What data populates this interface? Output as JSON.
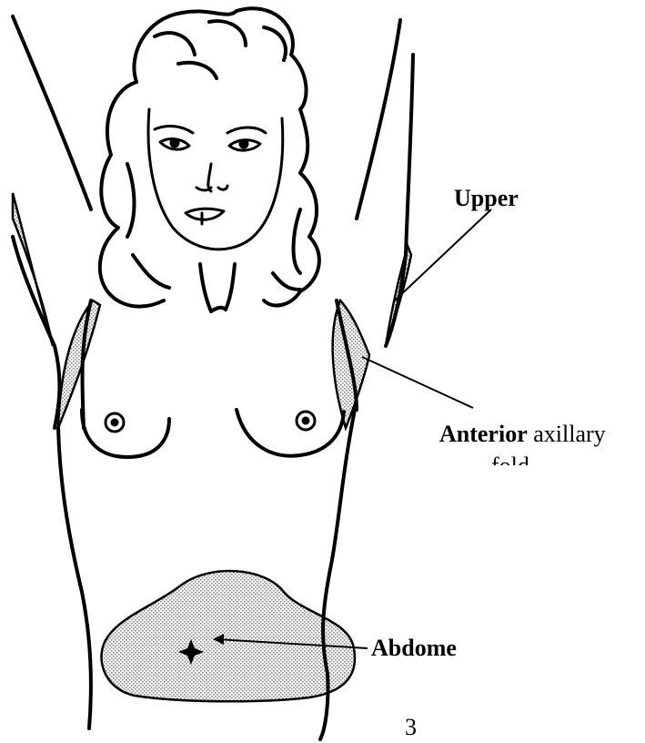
{
  "labels": {
    "upper": "Upper",
    "anterior": "Anterior",
    "axillary": "axillary",
    "fold": "fold",
    "abdome": "Abdome"
  },
  "page_number": "3",
  "colors": {
    "ink": "#000000",
    "stipple": "#9a9a9a",
    "background": "#ffffff"
  },
  "icons": [
    "woman-figure-illustration",
    "stipple-shading"
  ]
}
